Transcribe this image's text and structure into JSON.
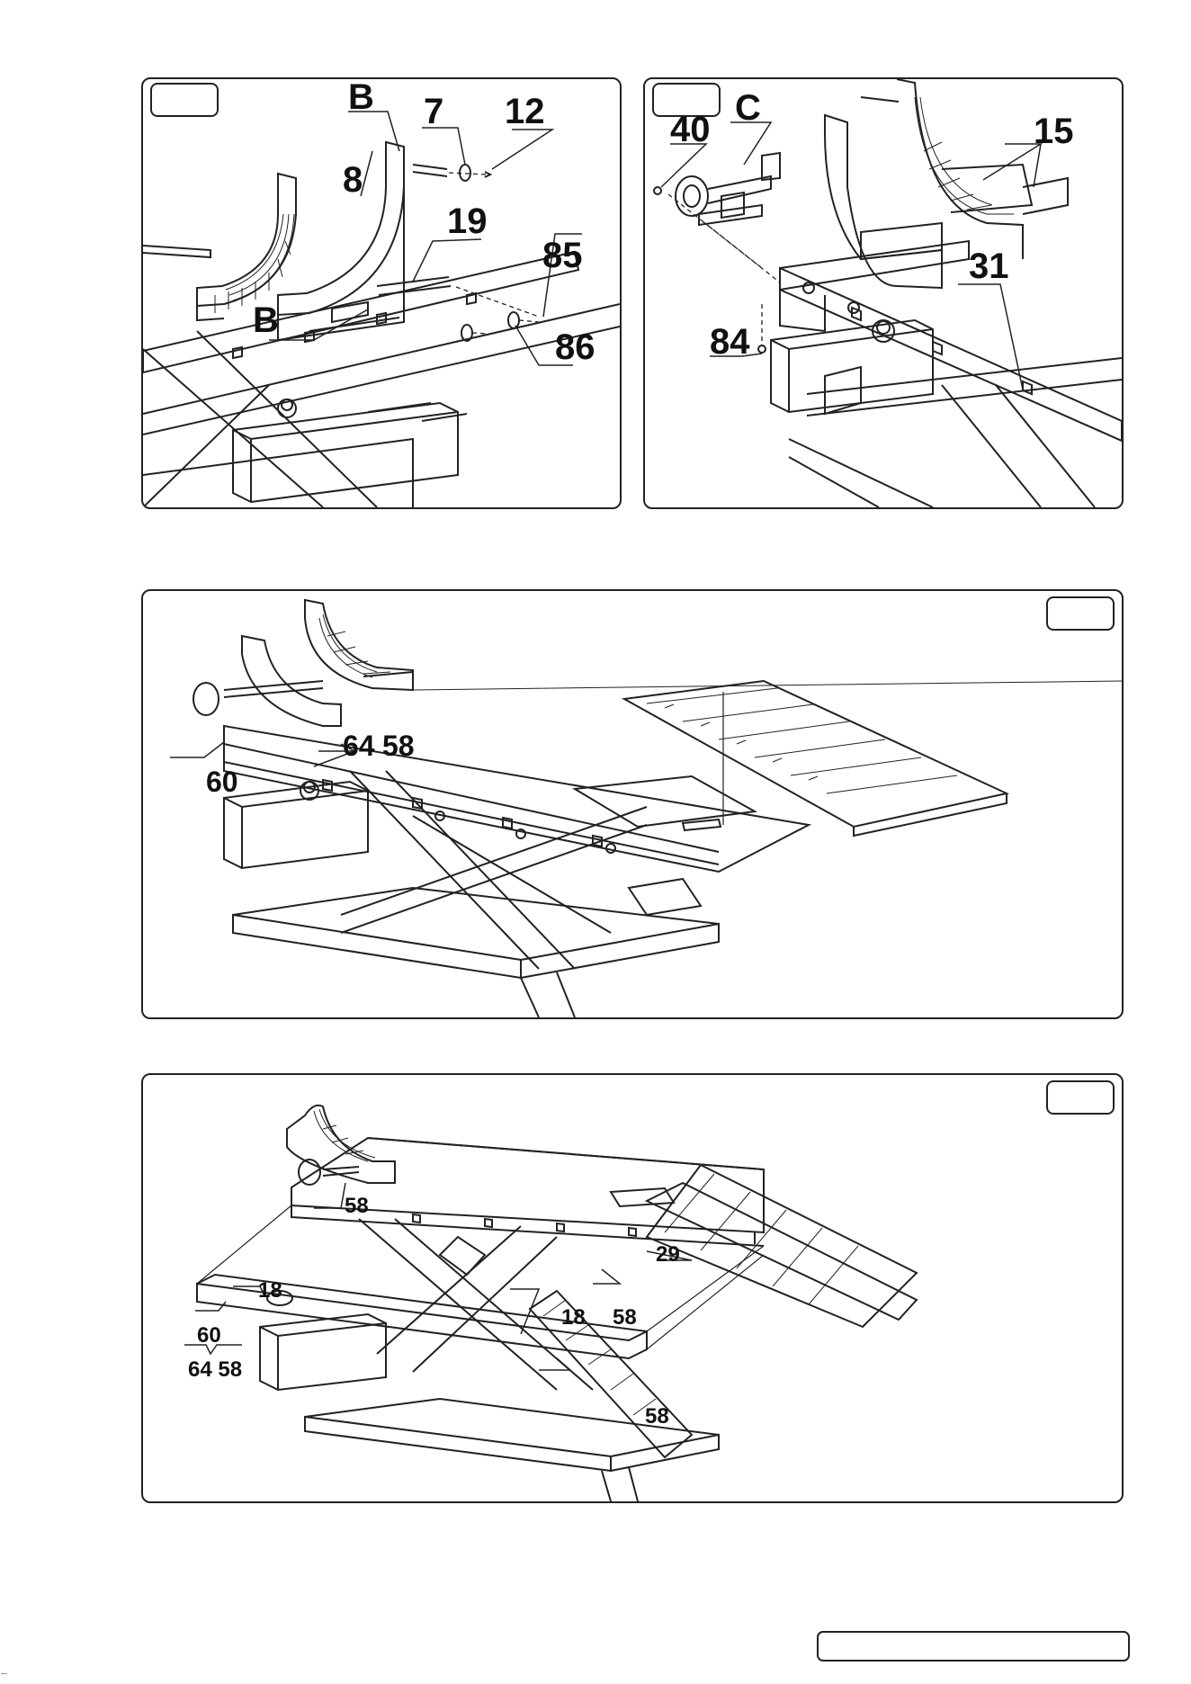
{
  "fig1": {
    "callouts": [
      "B",
      "7",
      "12",
      "8",
      "19",
      "85",
      "B",
      "86"
    ]
  },
  "fig2": {
    "callouts": [
      "40",
      "C",
      "15",
      "84",
      "31"
    ]
  },
  "fig3": {
    "callouts": [
      "64",
      "58",
      "60"
    ]
  },
  "fig4": {
    "callouts": [
      "18",
      "58",
      "29",
      "18",
      "58",
      "60",
      "64 58",
      "58"
    ]
  },
  "colors": {
    "ink": "#111111",
    "border": "#222222",
    "paper": "#ffffff"
  }
}
